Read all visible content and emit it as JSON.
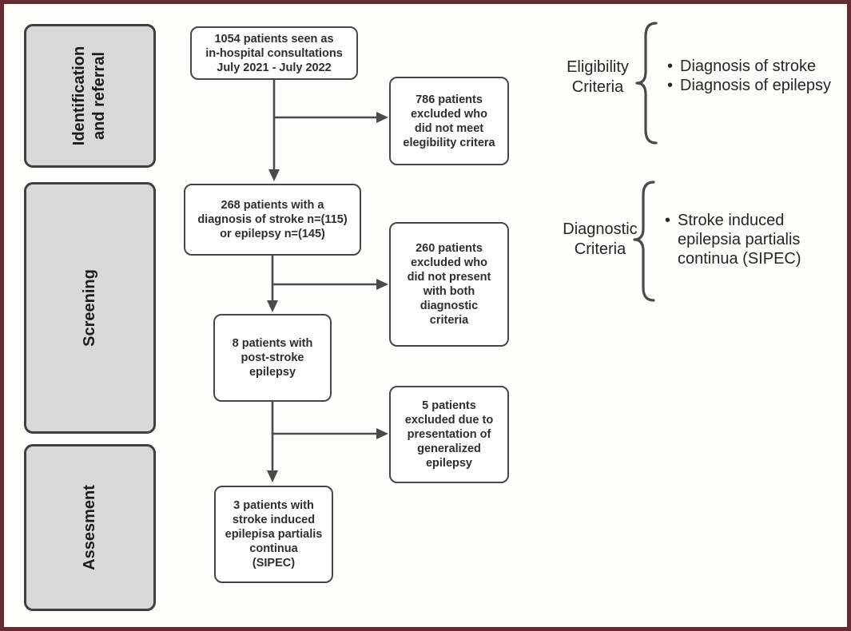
{
  "colors": {
    "frame_border": "#662b33",
    "background": "#fefefc",
    "box_border": "#474747",
    "box_fill": "#ffffff",
    "stage_fill": "#d9d9d9",
    "connector": "#4a4a4a",
    "text": "#2e2e2e"
  },
  "stages": [
    {
      "label": "Identification\nand referral"
    },
    {
      "label": "Screening"
    },
    {
      "label": "Assesment"
    }
  ],
  "flow": {
    "main": [
      {
        "text": "1054 patients seen as\nin-hospital consultations\nJuly 2021 - July 2022"
      },
      {
        "text": "268 patients with a\ndiagnosis of stroke n=(115)\nor epilepsy n=(145)"
      },
      {
        "text": "8 patients with\npost-stroke\nepilepsy"
      },
      {
        "text": "3 patients with\nstroke induced\nepilepisa partialis\ncontinua\n(SIPEC)"
      }
    ],
    "excluded": [
      {
        "text": "786 patients\nexcluded who\ndid not meet\nelegibility critera"
      },
      {
        "text": "260 patients\nexcluded who\ndid not present\nwith both\ndiagnostic\ncriteria"
      },
      {
        "text": "5 patients\nexcluded due to\npresentation of\ngeneralized\nepilepsy"
      }
    ]
  },
  "criteria": {
    "eligibility": {
      "label": "Eligibility\nCriteria",
      "items": [
        "Diagnosis of stroke",
        "Diagnosis of epilepsy"
      ]
    },
    "diagnostic": {
      "label": "Diagnostic\nCriteria",
      "items": [
        "Stroke induced epilepsia partialis continua (SIPEC)"
      ]
    }
  }
}
